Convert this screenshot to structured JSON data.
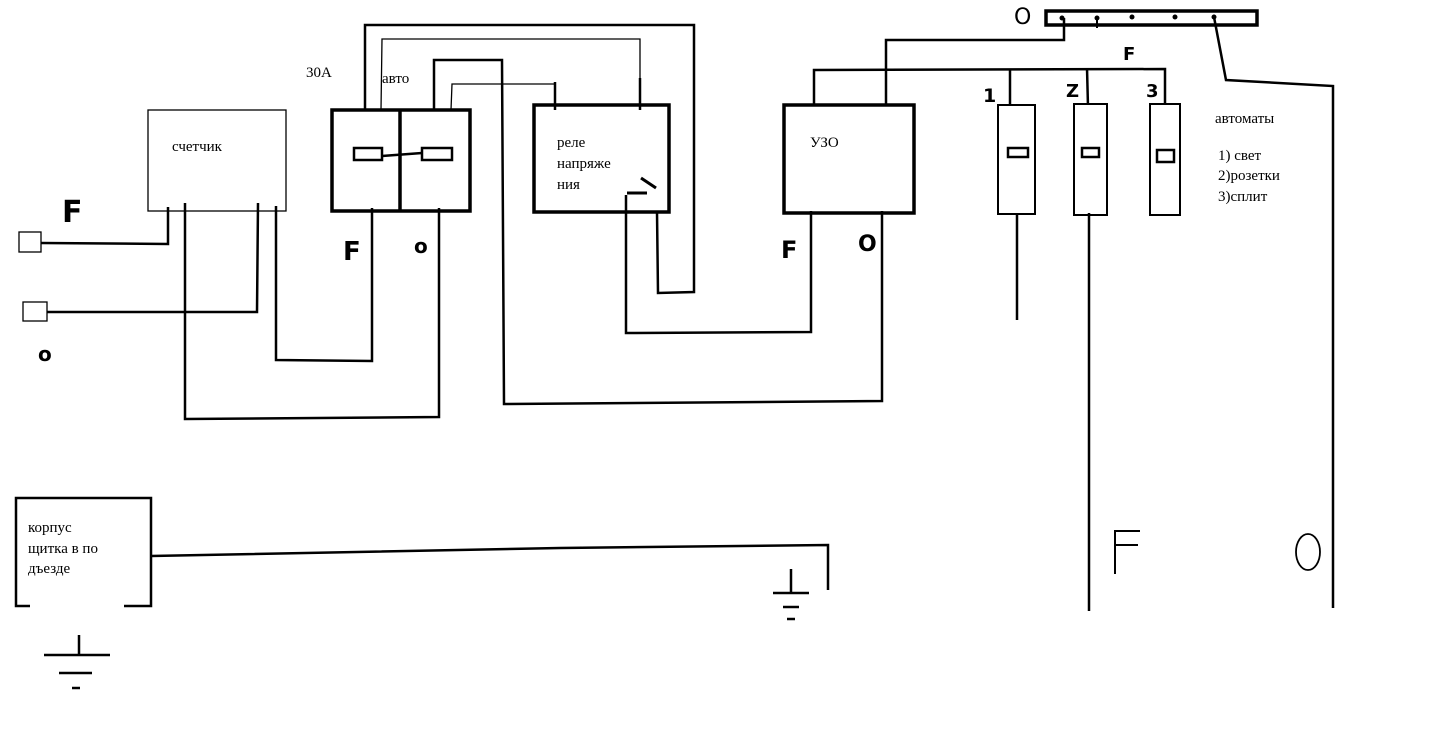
{
  "title": "Схема подключения электрощитка",
  "components": {
    "meter": {
      "label": "счетчик"
    },
    "main_breaker": {
      "rating": "30A",
      "type_label": "авто",
      "terminal_labels": [
        "F",
        "o"
      ]
    },
    "voltage_relay": {
      "label_lines": [
        "реле",
        "напряже",
        "ния"
      ]
    },
    "rcd": {
      "label": "УЗО",
      "terminal_labels": [
        "F",
        "O"
      ]
    },
    "neutral_bus": {
      "label": "O"
    },
    "phase_bus": {
      "label": "F"
    },
    "breakers": [
      {
        "number": "1"
      },
      {
        "number": "Z"
      },
      {
        "number": "3"
      }
    ],
    "breakers_legend": {
      "title": "автоматы",
      "items": [
        "1) свет",
        "2)розетки",
        "3)сплит"
      ]
    },
    "input_terminals": [
      {
        "label": "F"
      },
      {
        "label": "o"
      }
    ],
    "housing": {
      "label_lines": [
        "корпус",
        "щитка в по",
        "дъезде"
      ]
    },
    "outputs": {
      "phase_label": "F",
      "neutral_label": "O"
    }
  },
  "colors": {
    "ink": "#000000",
    "paper": "#ffffff"
  }
}
